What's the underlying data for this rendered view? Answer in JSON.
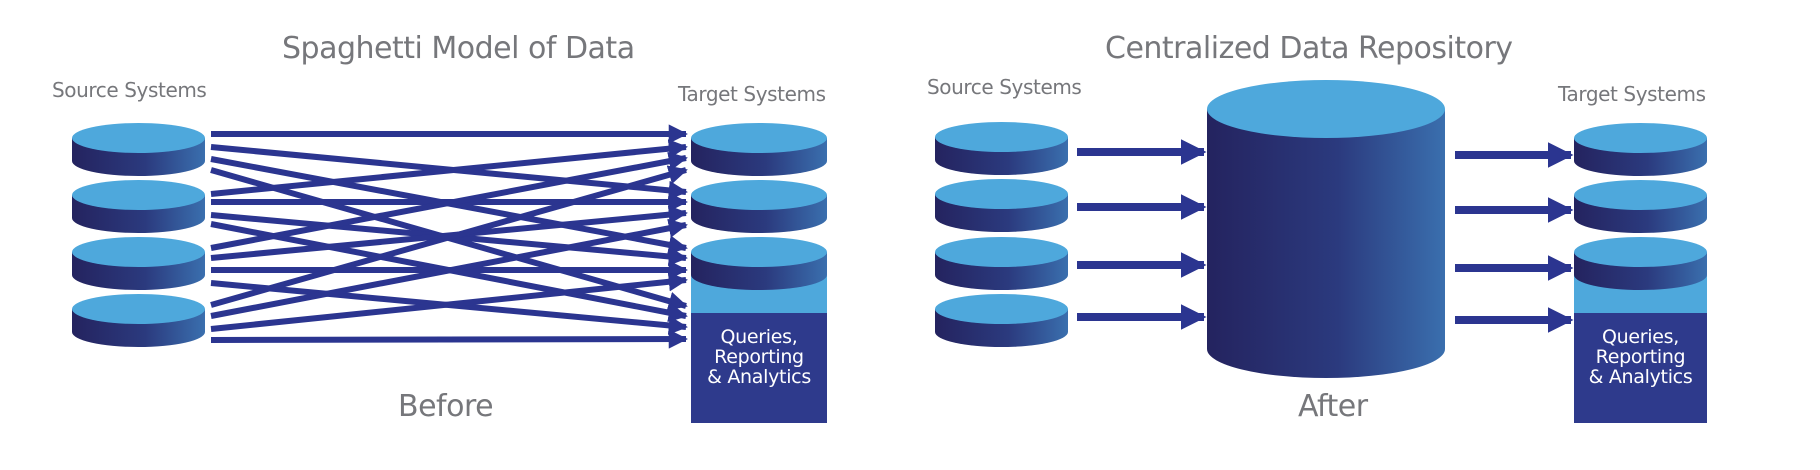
{
  "colors": {
    "cylinder_top": "#4ea8dc",
    "cylinder_body_dark": "#24235f",
    "cylinder_body_light": "#3a6fae",
    "arrow": "#2b3590",
    "query_box": "#2e3a8c",
    "label_gray": "#76777b"
  },
  "before": {
    "title": "Spaghetti Model of Data",
    "source_label": "Source Systems",
    "target_label": "Target Systems",
    "caption": "Before",
    "source_count": 4,
    "target_count": 4,
    "connections": "every source to every target",
    "query_box": [
      "Queries,",
      "Reporting",
      "& Analytics"
    ]
  },
  "after": {
    "title": "Centralized Data Repository",
    "source_label": "Source Systems",
    "target_label": "Target Systems",
    "caption": "After",
    "source_count": 4,
    "target_count": 4,
    "repository": "central data repository",
    "query_box": [
      "Queries,",
      "Reporting",
      "& Analytics"
    ]
  }
}
